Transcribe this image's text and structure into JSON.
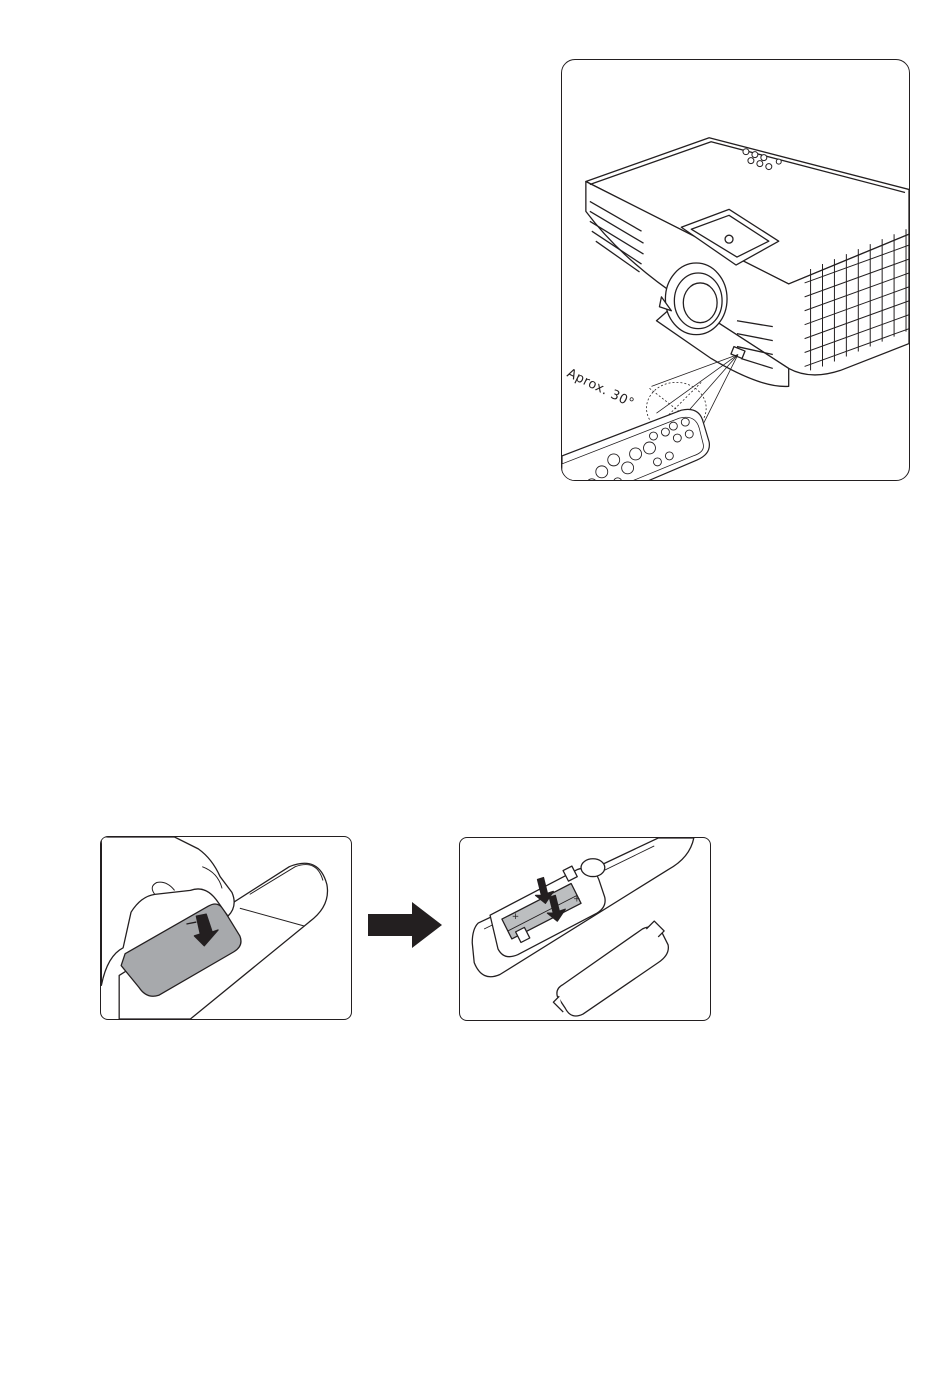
{
  "projector_figure": {
    "angle_label": "Aprox. 30°",
    "icons": [
      "projector-illustration",
      "remote-control-illustration",
      "ir-signal-cone"
    ]
  },
  "battery_steps": {
    "icons": [
      "hand-sliding-cover-illustration",
      "right-arrow-icon",
      "battery-insertion-illustration",
      "battery-cover-illustration"
    ]
  },
  "colors": {
    "line": "#231f20",
    "cover_gray": "#a7a9ac",
    "battery_gray": "#bcbec0",
    "background": "#ffffff"
  }
}
